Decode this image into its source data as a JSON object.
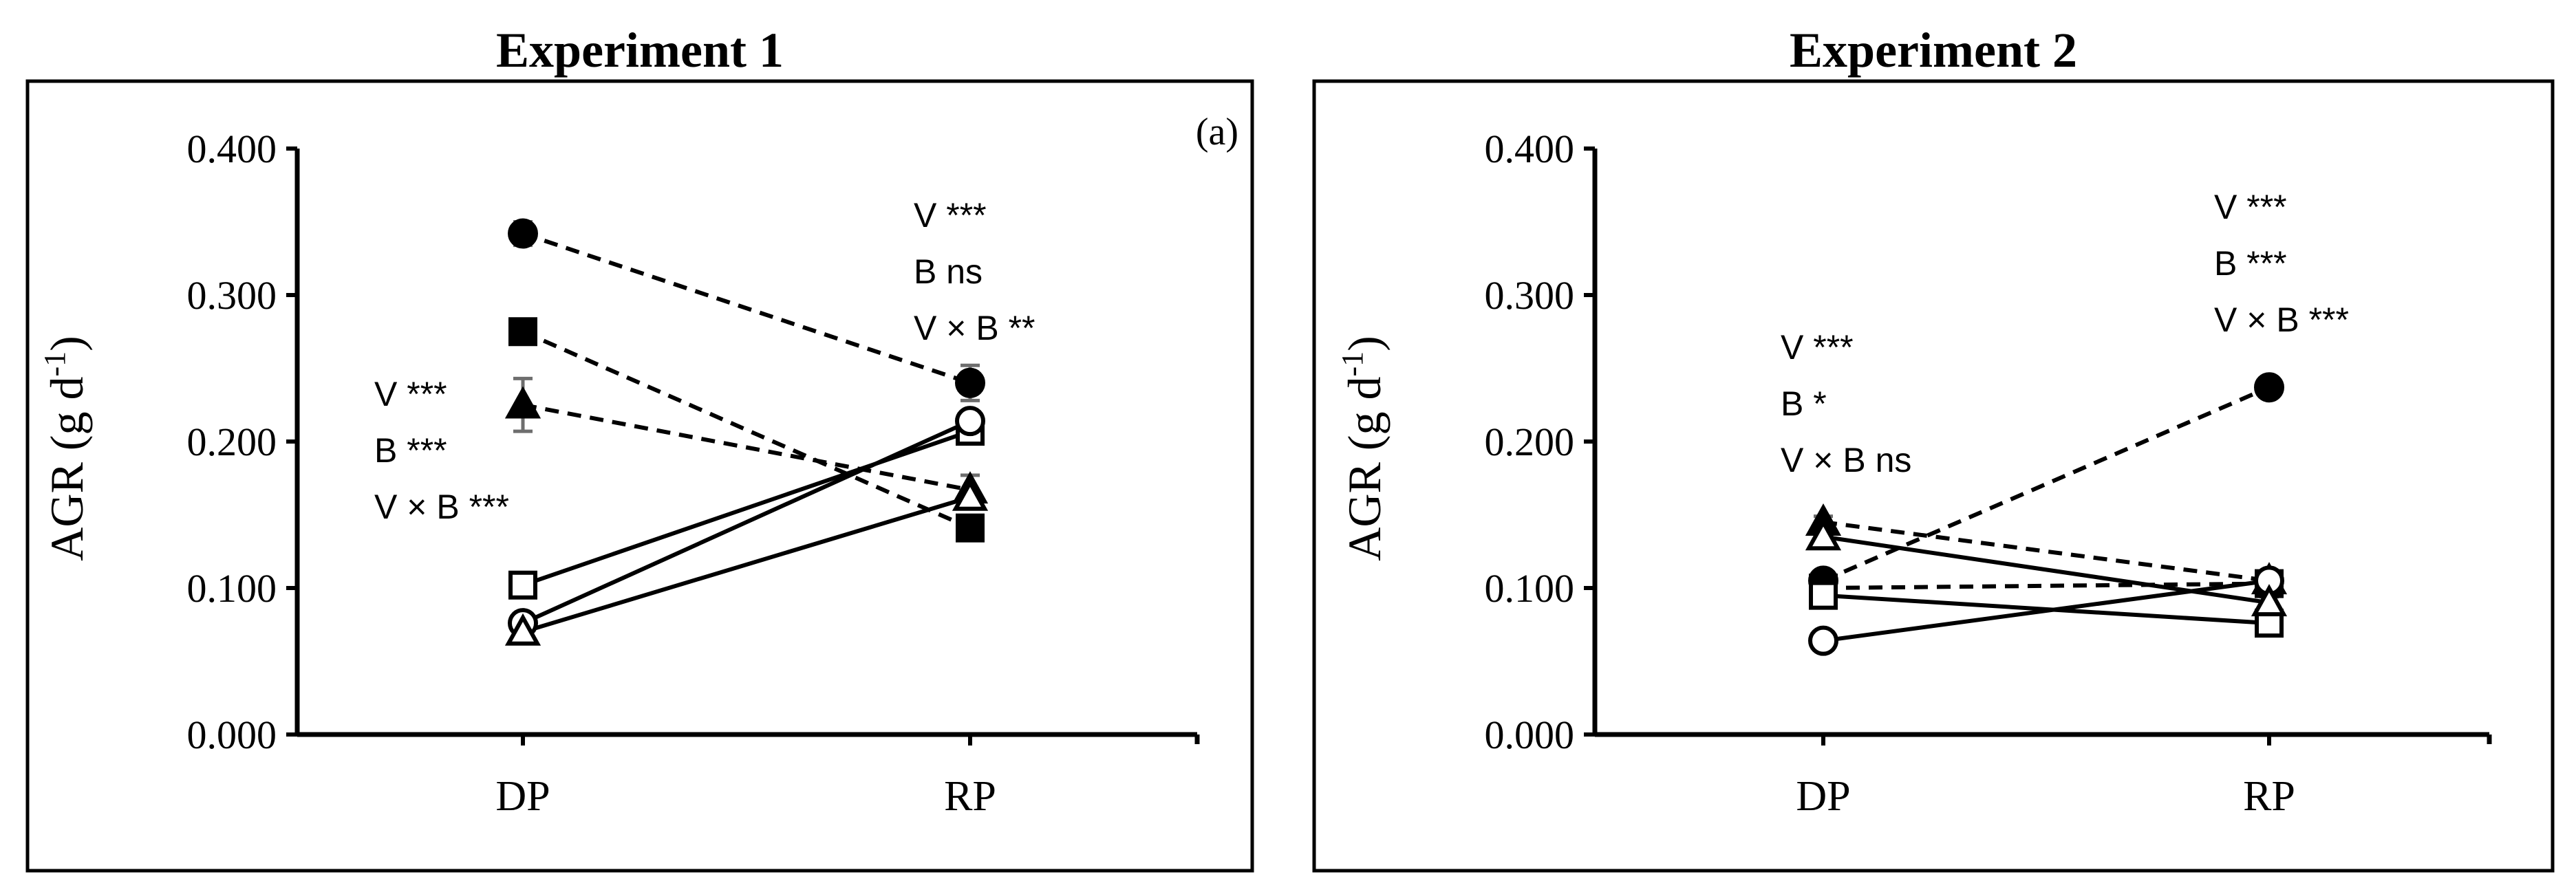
{
  "chart_data": [
    {
      "type": "line",
      "title": "Experiment 1",
      "panel_label": "(a)",
      "ylabel": "AGR (g d",
      "ylabel_sup": "-1",
      "ylabel_close": ")",
      "categories": [
        "DP",
        "RP"
      ],
      "ylim": [
        0,
        0.4
      ],
      "yticks": [
        "0.000",
        "0.100",
        "0.200",
        "0.300",
        "0.400"
      ],
      "series": [
        {
          "marker": "circle-filled",
          "line": "dashed",
          "values": [
            0.342,
            0.24
          ],
          "err": [
            0.008,
            0.012
          ]
        },
        {
          "marker": "square-filled",
          "line": "dashed",
          "values": [
            0.275,
            0.141
          ],
          "err": [
            0.004,
            0.004
          ]
        },
        {
          "marker": "triangle-filled",
          "line": "dashed",
          "values": [
            0.225,
            0.167
          ],
          "err": [
            0.018,
            0.01
          ]
        },
        {
          "marker": "square-open",
          "line": "solid",
          "values": [
            0.102,
            0.207
          ],
          "err": [
            0.004,
            0.006
          ]
        },
        {
          "marker": "circle-open",
          "line": "solid",
          "values": [
            0.076,
            0.214
          ],
          "err": [
            0.006,
            0.006
          ]
        },
        {
          "marker": "triangle-open",
          "line": "solid",
          "values": [
            0.07,
            0.162
          ],
          "err": [
            0.003,
            0.004
          ]
        }
      ],
      "annotations": [
        {
          "at": "DP",
          "lines": [
            "V ***",
            "B ***",
            "V × B ***"
          ]
        },
        {
          "at": "RP",
          "lines": [
            "V ***",
            "B ns",
            "V × B **"
          ]
        }
      ]
    },
    {
      "type": "line",
      "title": "Experiment 2",
      "ylabel": "AGR (g d",
      "ylabel_sup": "-1",
      "ylabel_close": ")",
      "categories": [
        "DP",
        "RP"
      ],
      "ylim": [
        0,
        0.4
      ],
      "yticks": [
        "0.000",
        "0.100",
        "0.200",
        "0.300",
        "0.400"
      ],
      "series": [
        {
          "marker": "circle-filled",
          "line": "dashed",
          "values": [
            0.105,
            0.237
          ],
          "err": [
            0.004,
            0.004
          ]
        },
        {
          "marker": "square-filled",
          "line": "dashed",
          "values": [
            0.1,
            0.103
          ],
          "err": [
            0.006,
            0.004
          ]
        },
        {
          "marker": "triangle-filled",
          "line": "dashed",
          "values": [
            0.145,
            0.105
          ],
          "err": [
            0.004,
            0.004
          ]
        },
        {
          "marker": "square-open",
          "line": "solid",
          "values": [
            0.095,
            0.076
          ],
          "err": [
            0.004,
            0.004
          ]
        },
        {
          "marker": "circle-open",
          "line": "solid",
          "values": [
            0.064,
            0.105
          ],
          "err": [
            0.004,
            0.004
          ]
        },
        {
          "marker": "triangle-open",
          "line": "solid",
          "values": [
            0.135,
            0.09
          ],
          "err": [
            0.004,
            0.004
          ]
        }
      ],
      "annotations": [
        {
          "at": "DP",
          "lines": [
            "V ***",
            "B *",
            "V × B ns"
          ]
        },
        {
          "at": "RP",
          "lines": [
            "V ***",
            "B ***",
            "V × B ***"
          ]
        }
      ]
    }
  ]
}
